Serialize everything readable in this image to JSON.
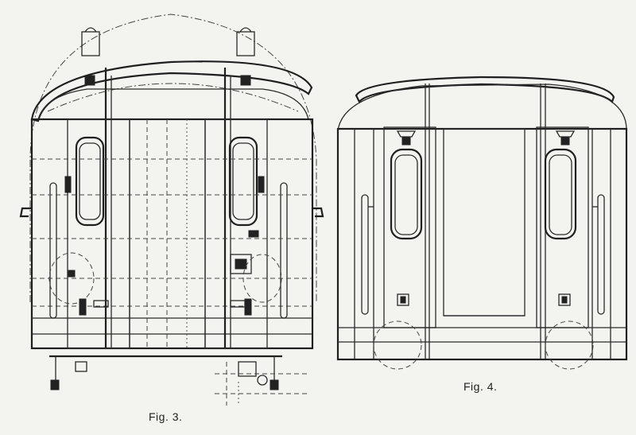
{
  "figures": [
    {
      "id": "fig3",
      "caption": "Fig. 3."
    },
    {
      "id": "fig4",
      "caption": "Fig. 4."
    }
  ],
  "colors": {
    "ink": "#2a2a2a",
    "paper": "#f3f3ef"
  }
}
